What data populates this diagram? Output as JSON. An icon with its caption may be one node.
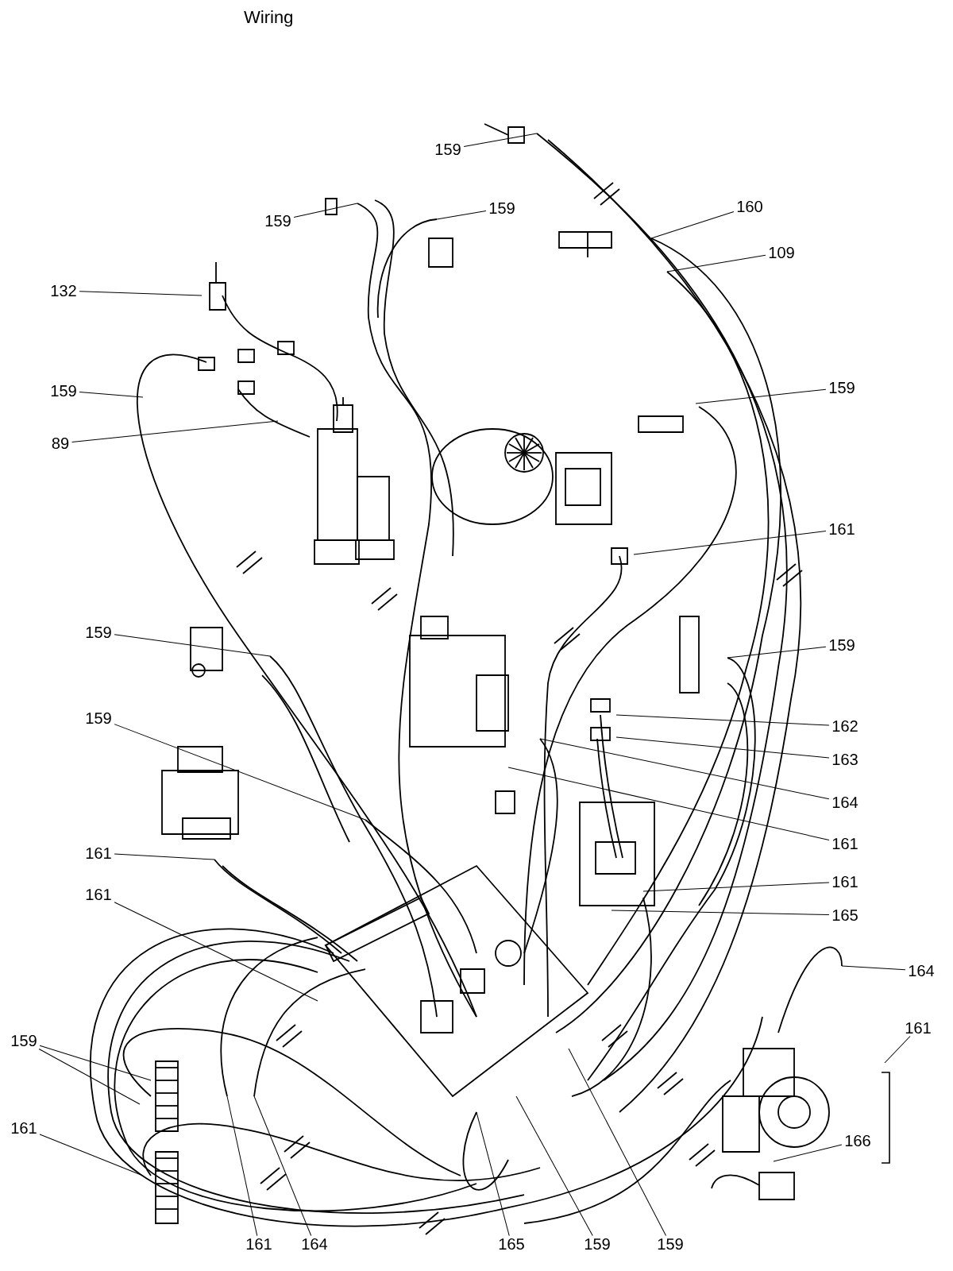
{
  "diagram": {
    "title": "Wiring",
    "nodes": [
      {
        "text": [
          "159"
        ]
      },
      {
        "text": [
          "159"
        ]
      },
      {
        "text": [
          "159"
        ]
      },
      {
        "text": [
          "160"
        ]
      },
      {
        "text": [
          "132"
        ]
      },
      {
        "text": [
          "109"
        ]
      },
      {
        "text": [
          "159"
        ]
      },
      {
        "text": [
          "89"
        ]
      },
      {
        "text": [
          "159"
        ]
      },
      {
        "text": [
          "161"
        ]
      },
      {
        "text": [
          "159"
        ]
      },
      {
        "text": [
          "159"
        ]
      },
      {
        "text": [
          "159"
        ]
      },
      {
        "text": [
          "162"
        ]
      },
      {
        "text": [
          "163"
        ]
      },
      {
        "text": [
          "164"
        ]
      },
      {
        "text": [
          "161"
        ]
      },
      {
        "text": [
          "161"
        ]
      },
      {
        "text": [
          "161"
        ]
      },
      {
        "text": [
          "161"
        ]
      },
      {
        "text": [
          "165"
        ]
      },
      {
        "text": [
          "164"
        ]
      },
      {
        "text": [
          "161"
        ]
      },
      {
        "text": [
          "159"
        ]
      },
      {
        "text": [
          "161"
        ]
      },
      {
        "text": [
          "166"
        ]
      },
      {
        "text": [
          "161"
        ]
      },
      {
        "text": [
          "164"
        ]
      },
      {
        "text": [
          "165"
        ]
      },
      {
        "text": [
          "159"
        ]
      },
      {
        "text": [
          "159"
        ]
      }
    ],
    "edges": [
      {
        "from": 0,
        "to": null,
        "arrow": "none"
      },
      {
        "from": 1,
        "to": null,
        "arrow": "none"
      },
      {
        "from": 2,
        "to": null,
        "arrow": "none"
      },
      {
        "from": 3,
        "to": null,
        "arrow": "none"
      },
      {
        "from": 4,
        "to": null,
        "arrow": "none"
      },
      {
        "from": 5,
        "to": null,
        "arrow": "none"
      },
      {
        "from": 6,
        "to": null,
        "arrow": "none"
      },
      {
        "from": 7,
        "to": null,
        "arrow": "none"
      },
      {
        "from": 8,
        "to": null,
        "arrow": "none"
      },
      {
        "from": 9,
        "to": null,
        "arrow": "none"
      },
      {
        "from": 10,
        "to": null,
        "arrow": "none"
      },
      {
        "from": 11,
        "to": null,
        "arrow": "none"
      },
      {
        "from": 12,
        "to": null,
        "arrow": "none"
      },
      {
        "from": 13,
        "to": null,
        "arrow": "none"
      },
      {
        "from": 14,
        "to": null,
        "arrow": "none"
      },
      {
        "from": 15,
        "to": null,
        "arrow": "none"
      },
      {
        "from": 16,
        "to": null,
        "arrow": "none"
      },
      {
        "from": 17,
        "to": null,
        "arrow": "none"
      },
      {
        "from": 18,
        "to": null,
        "arrow": "none"
      },
      {
        "from": 19,
        "to": null,
        "arrow": "none"
      },
      {
        "from": 20,
        "to": null,
        "arrow": "none"
      },
      {
        "from": 21,
        "to": null,
        "arrow": "none"
      },
      {
        "from": 22,
        "to": null,
        "arrow": "none"
      },
      {
        "from": 23,
        "to": null,
        "arrow": "none"
      },
      {
        "from": 23,
        "to": null,
        "arrow": "none"
      },
      {
        "from": 24,
        "to": null,
        "arrow": "none"
      },
      {
        "from": 25,
        "to": null,
        "arrow": "none"
      },
      {
        "from": 26,
        "to": null,
        "arrow": "none"
      },
      {
        "from": 27,
        "to": null,
        "arrow": "none"
      },
      {
        "from": 28,
        "to": null,
        "arrow": "none"
      },
      {
        "from": 29,
        "to": null,
        "arrow": "none"
      },
      {
        "from": 30,
        "to": null,
        "arrow": "none"
      }
    ]
  }
}
